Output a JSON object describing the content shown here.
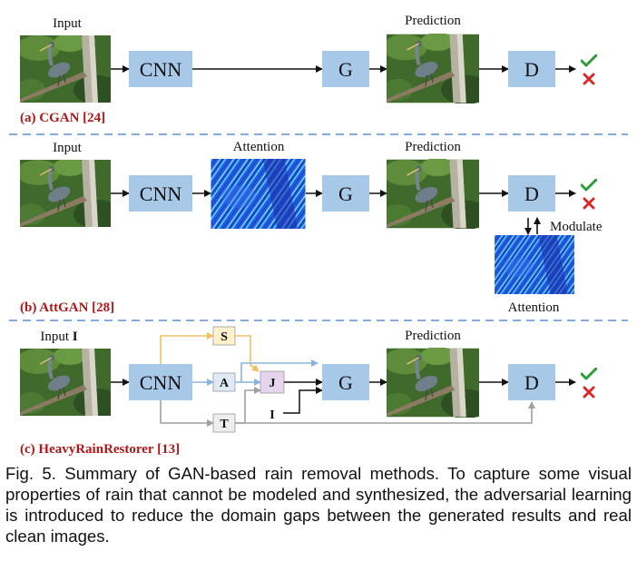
{
  "panel_a": {
    "input_label": "Input",
    "cnn_label": "CNN",
    "g_label": "G",
    "prediction_label": "Prediction",
    "d_label": "D",
    "section_label": "(a) CGAN [24]"
  },
  "panel_b": {
    "input_label": "Input",
    "cnn_label": "CNN",
    "attention_label": "Attention",
    "g_label": "G",
    "prediction_label": "Prediction",
    "d_label": "D",
    "modulate_label": "Modulate",
    "attention_bottom_label": "Attention",
    "section_label": "(b) AttGAN [28]"
  },
  "panel_c": {
    "input_label": "Input",
    "input_symbol": "I",
    "cnn_label": "CNN",
    "s_label": "S",
    "a_label": "A",
    "t_label": "T",
    "j_label": "J",
    "i_label": "I",
    "g_label": "G",
    "prediction_label": "Prediction",
    "d_label": "D",
    "section_label": "(c) HeavyRainRestorer [13]"
  },
  "caption": "Fig. 5. Summary of GAN-based rain removal methods. To capture some visual properties of rain that cannot be modeled and synthesized, the adversarial learning is introduced to reduce the domain gaps between the generated results and real clean images.",
  "colors": {
    "block_fill": "#a8c8e8",
    "section_label": "#b01818",
    "divider": "#5b8fd0",
    "check": "#2e9e3a",
    "cross": "#d42a2a",
    "s_path": "#f0c060",
    "a_path": "#8ab4e0",
    "t_path": "#a0a0a0"
  },
  "icons": [
    "bird-photo",
    "attention-map",
    "check-icon",
    "cross-icon"
  ]
}
